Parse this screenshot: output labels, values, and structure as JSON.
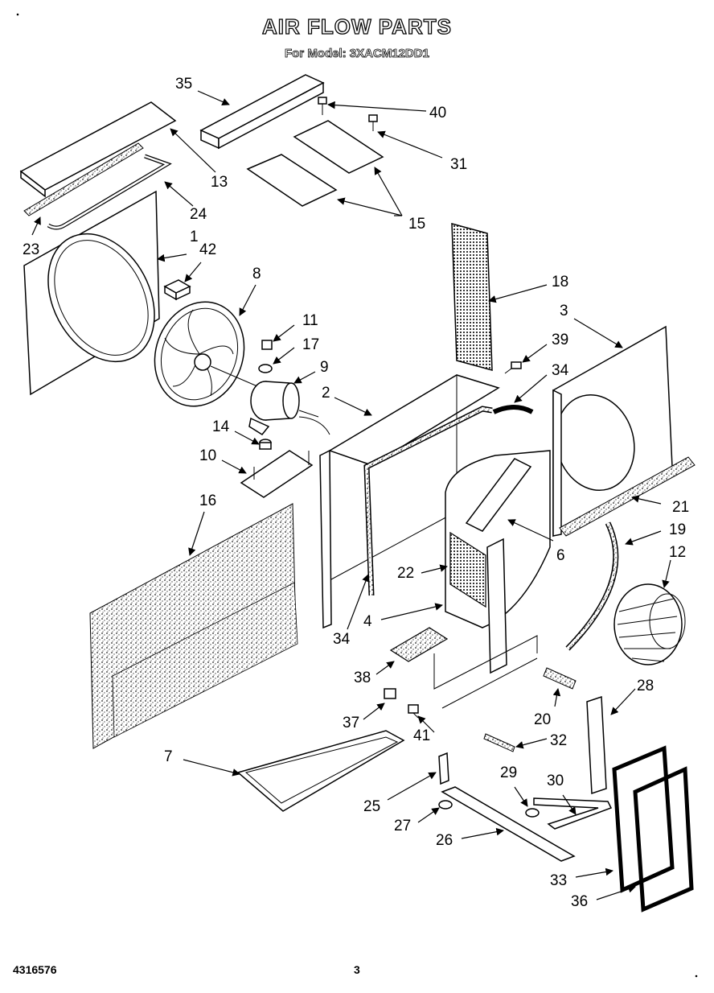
{
  "header": {
    "title": "AIR FLOW PARTS",
    "model_line": "For Model: 3XACM12DD1"
  },
  "footer": {
    "doc_number": "4316576",
    "page_number": "3"
  },
  "callouts": [
    {
      "id": "35",
      "label": "35"
    },
    {
      "id": "40",
      "label": "40"
    },
    {
      "id": "31",
      "label": "31"
    },
    {
      "id": "13",
      "label": "13"
    },
    {
      "id": "24",
      "label": "24"
    },
    {
      "id": "15",
      "label": "15"
    },
    {
      "id": "23",
      "label": "23"
    },
    {
      "id": "1",
      "label": "1"
    },
    {
      "id": "42",
      "label": "42"
    },
    {
      "id": "8",
      "label": "8"
    },
    {
      "id": "18",
      "label": "18"
    },
    {
      "id": "3",
      "label": "3"
    },
    {
      "id": "11",
      "label": "11"
    },
    {
      "id": "17",
      "label": "17"
    },
    {
      "id": "39",
      "label": "39"
    },
    {
      "id": "9",
      "label": "9"
    },
    {
      "id": "34a",
      "label": "34"
    },
    {
      "id": "2",
      "label": "2"
    },
    {
      "id": "14",
      "label": "14"
    },
    {
      "id": "10",
      "label": "10"
    },
    {
      "id": "21",
      "label": "21"
    },
    {
      "id": "16",
      "label": "16"
    },
    {
      "id": "19",
      "label": "19"
    },
    {
      "id": "6",
      "label": "6"
    },
    {
      "id": "12",
      "label": "12"
    },
    {
      "id": "22",
      "label": "22"
    },
    {
      "id": "34b",
      "label": "34"
    },
    {
      "id": "4",
      "label": "4"
    },
    {
      "id": "38",
      "label": "38"
    },
    {
      "id": "20",
      "label": "20"
    },
    {
      "id": "28",
      "label": "28"
    },
    {
      "id": "37",
      "label": "37"
    },
    {
      "id": "41",
      "label": "41"
    },
    {
      "id": "32",
      "label": "32"
    },
    {
      "id": "7",
      "label": "7"
    },
    {
      "id": "29",
      "label": "29"
    },
    {
      "id": "30",
      "label": "30"
    },
    {
      "id": "25",
      "label": "25"
    },
    {
      "id": "27",
      "label": "27"
    },
    {
      "id": "26",
      "label": "26"
    },
    {
      "id": "33",
      "label": "33"
    },
    {
      "id": "36",
      "label": "36"
    }
  ]
}
